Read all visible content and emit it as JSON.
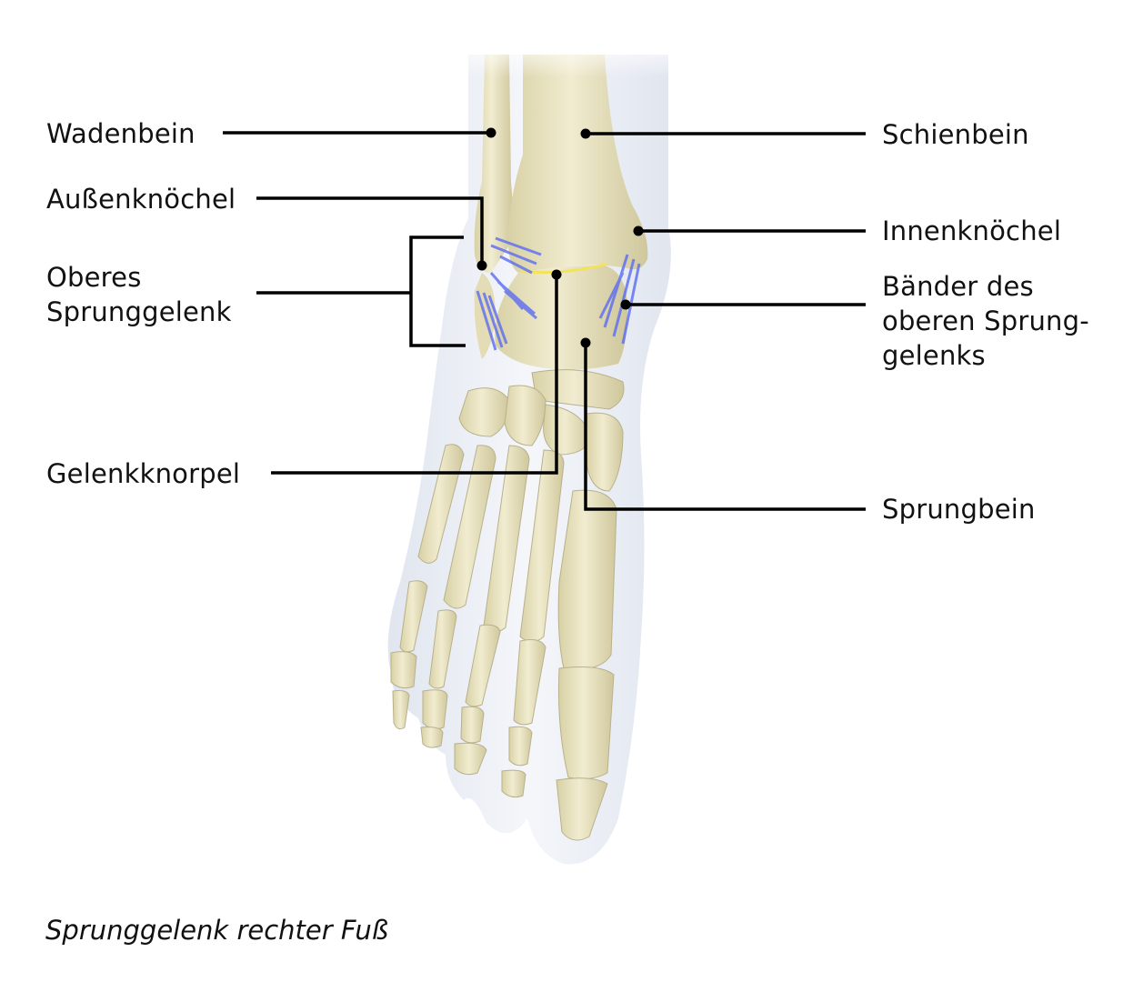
{
  "title": "Sprunggelenk rechter Fuß",
  "labels": {
    "left": [
      {
        "id": "wadenbein",
        "text": "Wadenbein"
      },
      {
        "id": "aussenknoechel",
        "text": "Außenknöchel"
      },
      {
        "id": "oberes_sprunggelenk",
        "lines": [
          "Oberes",
          "Sprunggelenk"
        ]
      },
      {
        "id": "gelenkknorpel",
        "text": "Gelenkknorpel"
      }
    ],
    "right": [
      {
        "id": "schienbein",
        "text": "Schienbein"
      },
      {
        "id": "innenknoechel",
        "text": "Innenknöchel"
      },
      {
        "id": "baender",
        "lines": [
          "Bänder des",
          "oberen Sprung-",
          "gelenks"
        ]
      },
      {
        "id": "sprungbein",
        "text": "Sprungbein"
      }
    ]
  },
  "caption": "Sprunggelenk rechter Fuß",
  "colors": {
    "bone": "#ece6c2",
    "bone_shadow": "#c9c29a",
    "skin": "#e7ebf3",
    "ligament": "#5b6cf0",
    "cartilage": "#f3e35a",
    "leader_line": "#000000"
  }
}
